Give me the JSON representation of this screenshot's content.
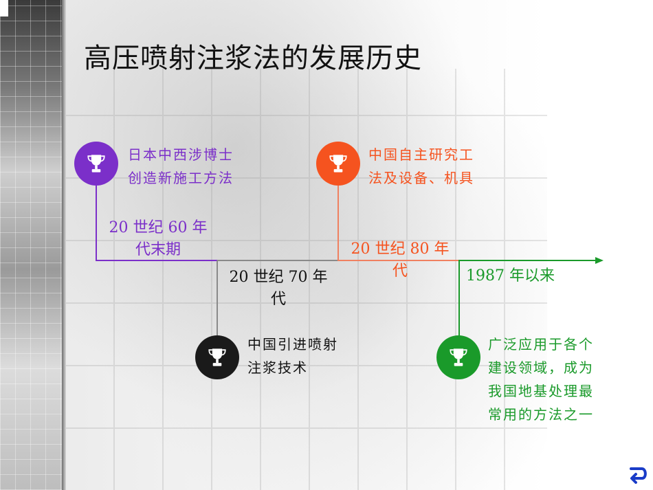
{
  "slide": {
    "title": "高压喷射注浆法的发展历史"
  },
  "timeline": {
    "colors": {
      "purple": "#7b2fc9",
      "black": "#1a1a1a",
      "orange": "#f5531f",
      "green": "#1a9a2a",
      "axis_gray": "#8a8a8a"
    },
    "events": [
      {
        "era_line1": "20 世纪 60 年",
        "era_line2": "代末期",
        "desc_line1": "日本中西涉博士",
        "desc_line2": "创造新施工方法",
        "icon": "trophy-icon",
        "color": "#7b2fc9"
      },
      {
        "era_line1": "20 世纪 70 年",
        "era_line2": "代",
        "desc_line1": "中国引进喷射",
        "desc_line2": "注浆技术",
        "icon": "trophy-icon",
        "color": "#1a1a1a"
      },
      {
        "era_line1": "20 世纪 80 年",
        "era_line2": "代",
        "desc_line1": "中国自主研究工",
        "desc_line2": "法及设备、机具",
        "icon": "trophy-icon",
        "color": "#f5531f"
      },
      {
        "era_line1": "1987 年以来",
        "desc_line1": "广泛应用于各个",
        "desc_line2": "建设领域，成为",
        "desc_line3": "我国地基处理最",
        "desc_line4": "常用的方法之一",
        "icon": "trophy-icon",
        "color": "#1a9a2a"
      }
    ]
  },
  "navigation": {
    "return_icon": "return-arrow-icon"
  }
}
